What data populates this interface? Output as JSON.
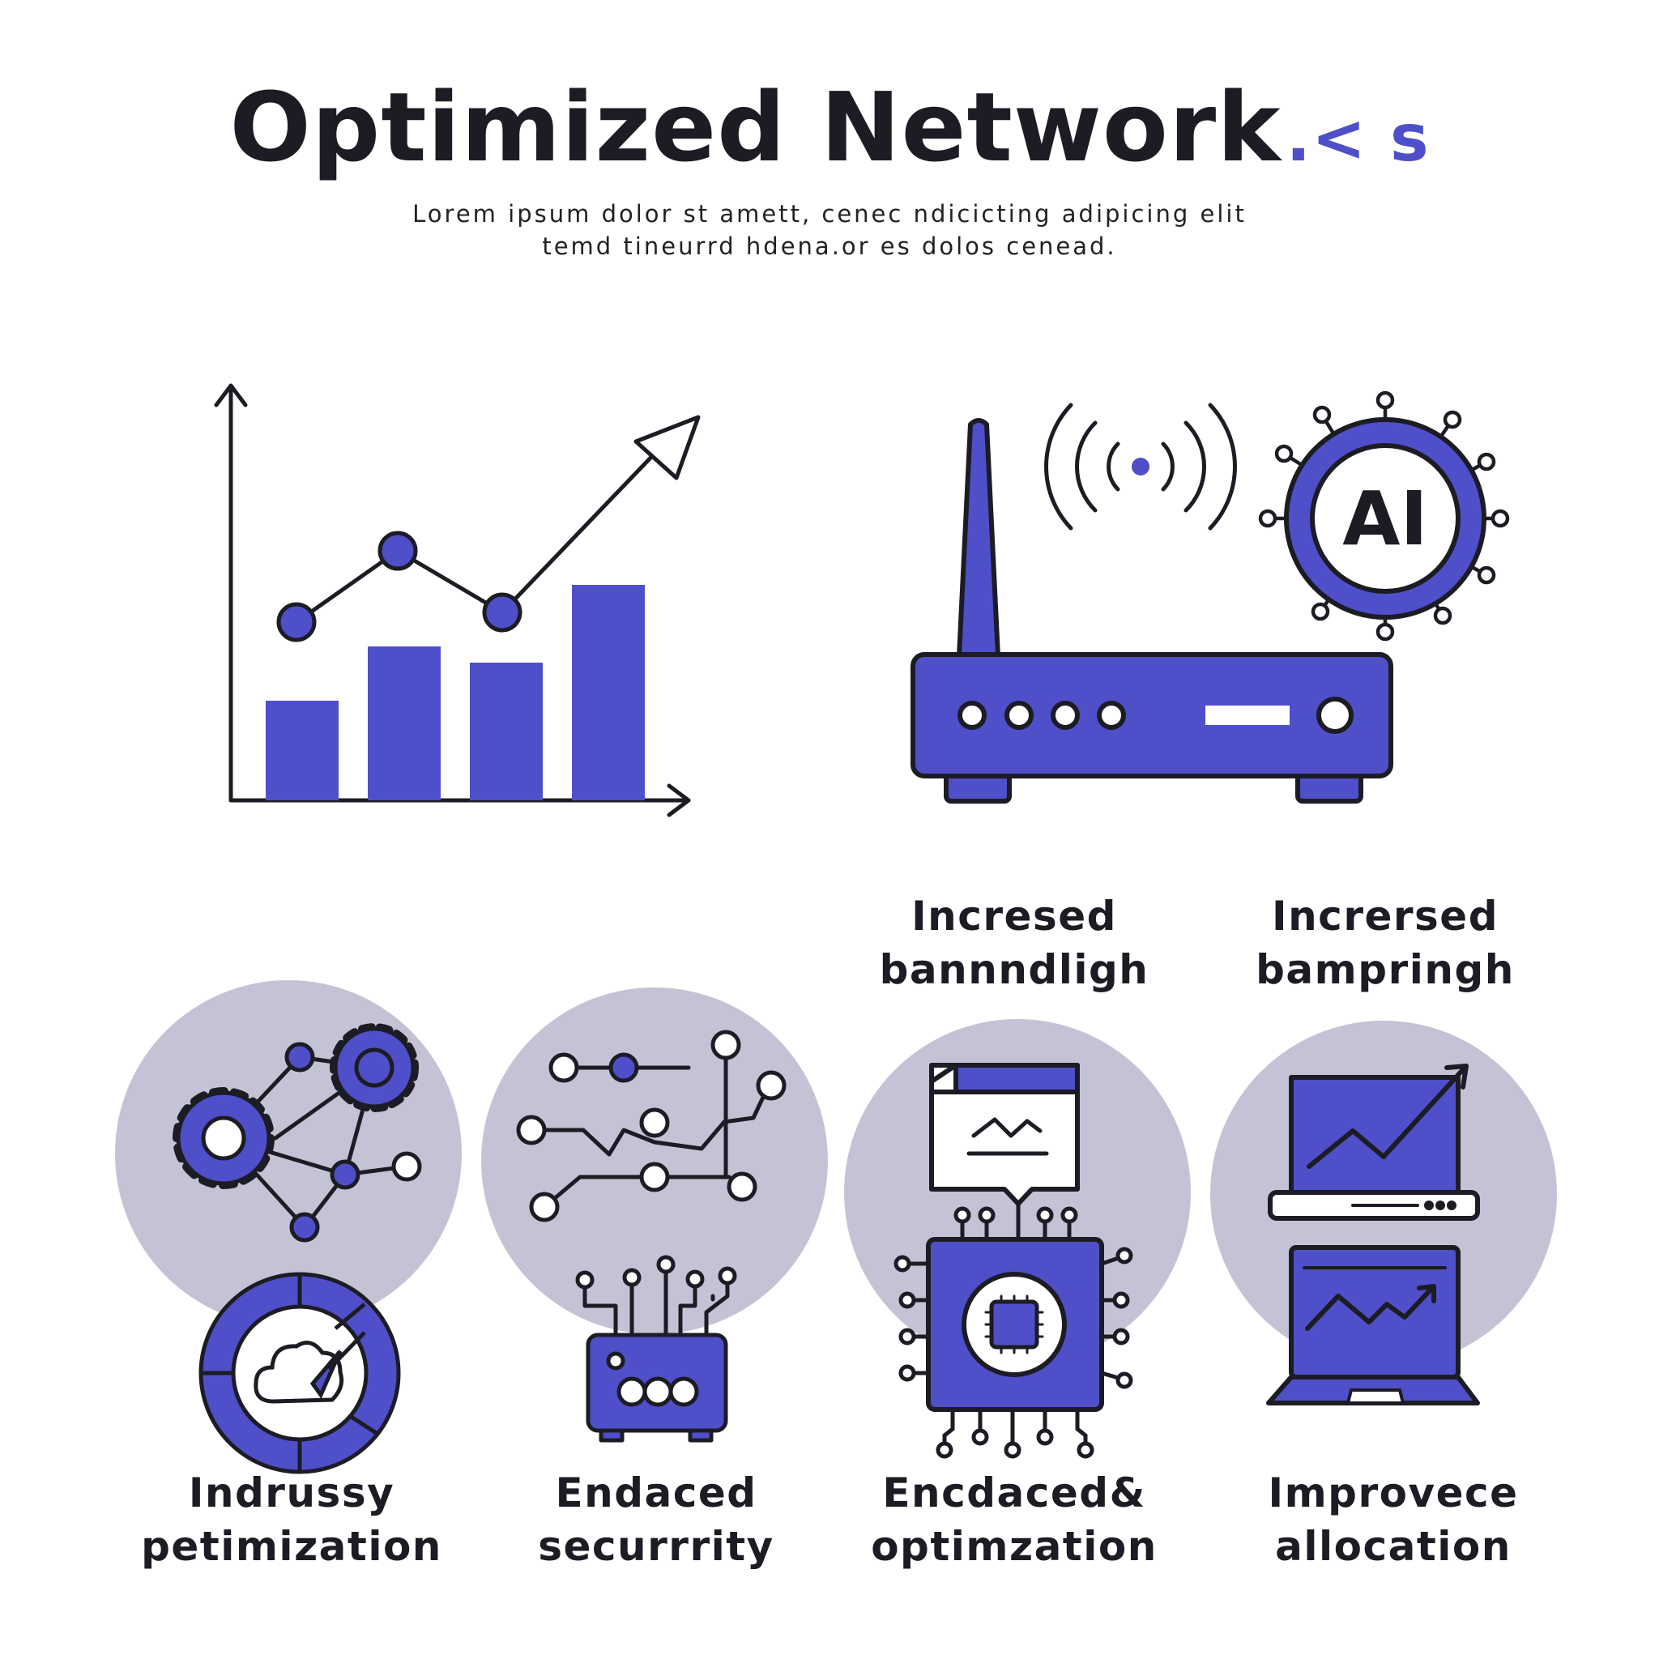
{
  "title": {
    "text": "Optimized Network",
    "mark": ".< s"
  },
  "subtitle": {
    "line1": "Lorem ipsum dolor st amett, cenec ndicicting adipicing elit",
    "line2": "temd tineurrd hdena.or es dolos cenead."
  },
  "router_badge": {
    "text": "AI"
  },
  "feature_labels": {
    "top_left": {
      "line1": "Incresed",
      "line2": "bannndligh"
    },
    "top_right": {
      "line1": "Incrersed",
      "line2": "bampringh"
    },
    "bottom_1": {
      "line1": "Indrussy",
      "line2": "petimization"
    },
    "bottom_2": {
      "line1": "Endaced",
      "line2": "securrrity"
    },
    "bottom_3": {
      "line1": "Encdaced&",
      "line2": "optimzation"
    },
    "bottom_4": {
      "line1": "Improvece",
      "line2": "allocation"
    }
  },
  "icons": [
    "growth-chart-icon",
    "wifi-signal-icon",
    "ai-chip-icon",
    "router-icon",
    "gear-network-icon",
    "circuit-network-icon",
    "cloud-gauge-icon",
    "hardware-module-icon",
    "monitor-chart-icon",
    "processor-chip-icon",
    "laptop-chart-icon",
    "laptop-analytics-icon"
  ],
  "colors": {
    "accent": "#4f4fc9",
    "outline": "#1c1c24",
    "circle_bg": "#c4c3d6",
    "background": "#ffffff"
  }
}
